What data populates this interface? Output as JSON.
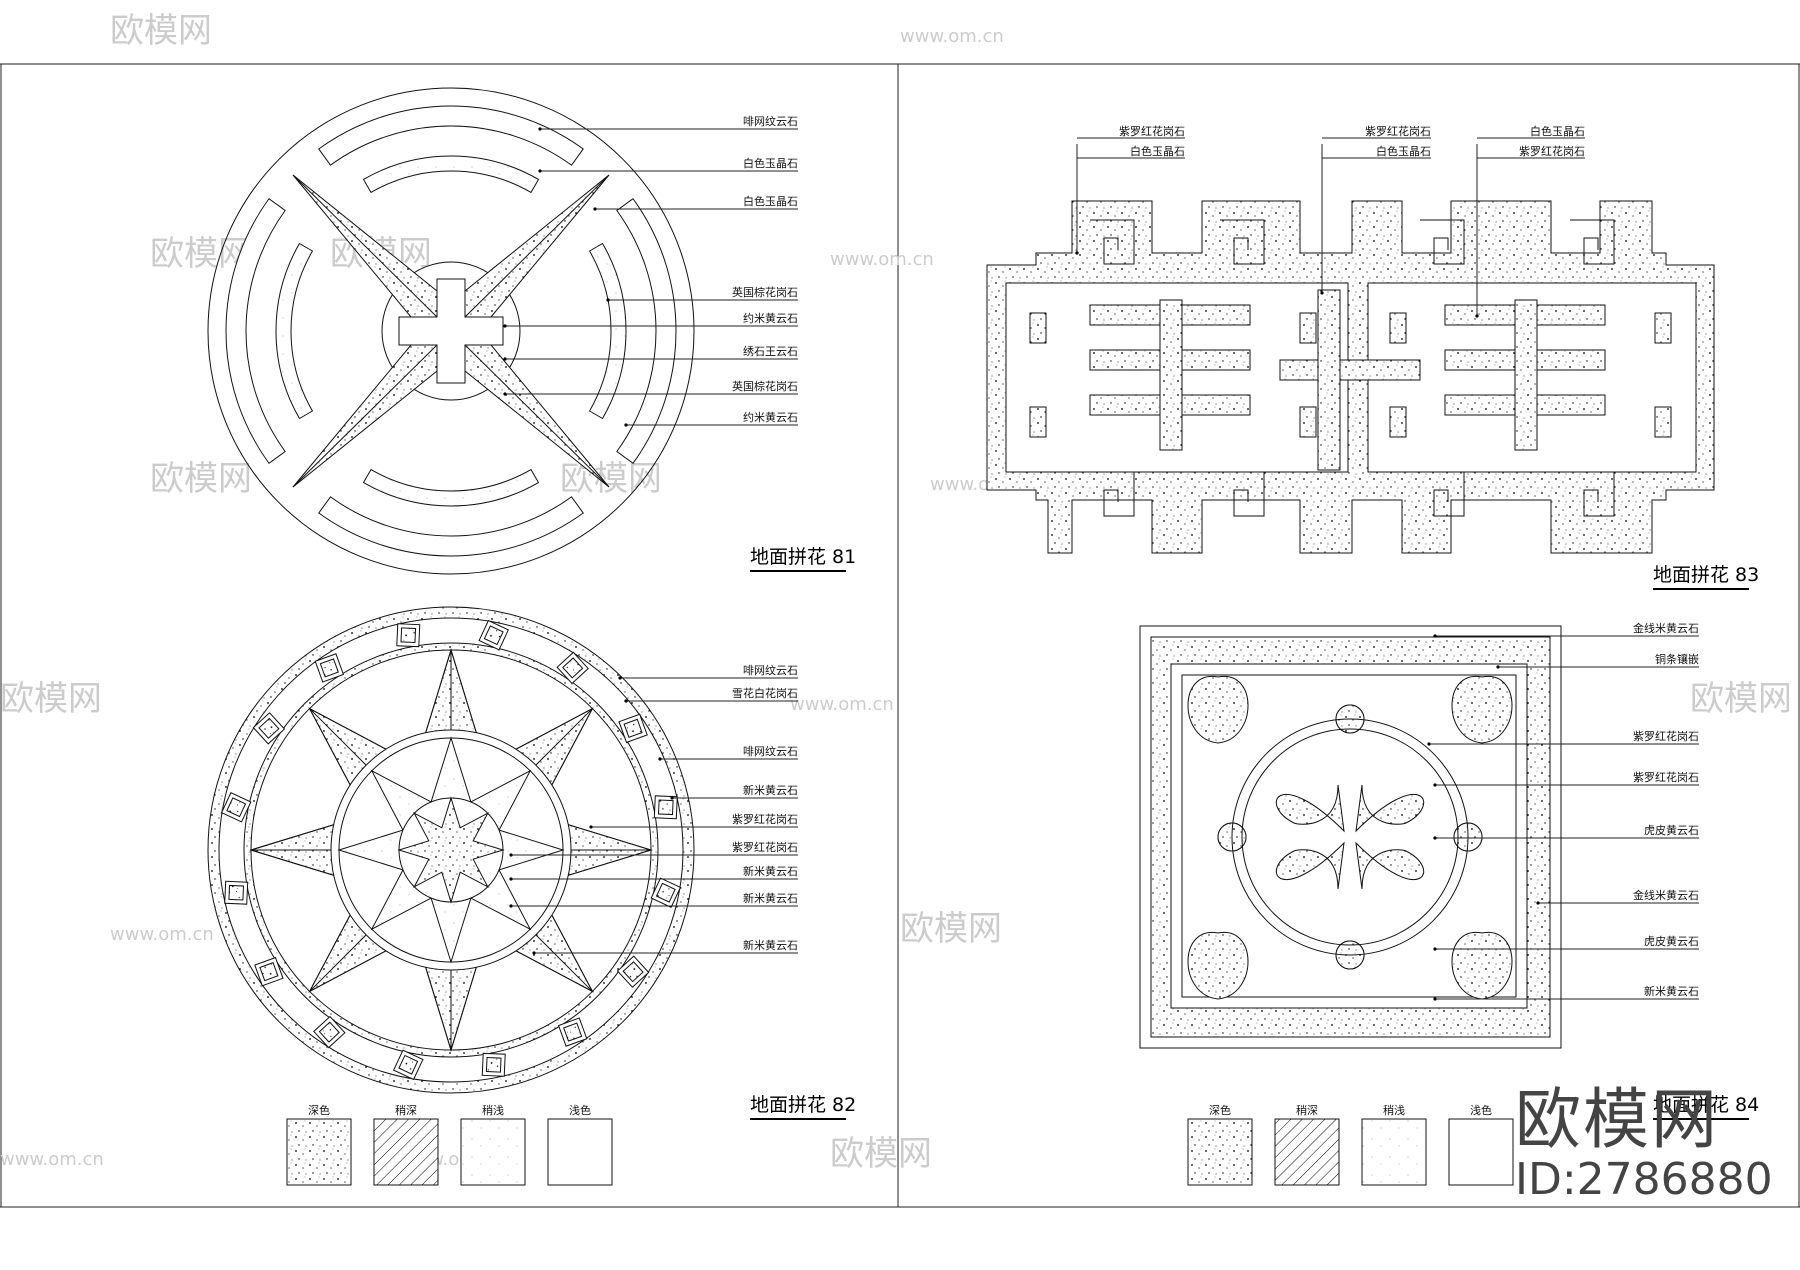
{
  "sheets": [
    {
      "designs": [
        {
          "title": "地面拼花 81",
          "labels": [
            "啡网纹云石",
            "白色玉晶石",
            "白色玉晶石",
            "英国棕花岗石",
            "约米黄云石",
            "绣石王云石",
            "英国棕花岗石",
            "约米黄云石"
          ]
        },
        {
          "title": "地面拼花 82",
          "labels": [
            "啡网纹云石",
            "雪花白花岗石",
            "啡网纹云石",
            "新米黄云石",
            "紫罗红花岗石",
            "紫罗红花岗石",
            "新米黄云石",
            "新米黄云石",
            "新米黄云石"
          ]
        }
      ],
      "legend": [
        "深色",
        "稍深",
        "稍浅",
        "浅色"
      ]
    },
    {
      "designs": [
        {
          "title": "地面拼花 83",
          "label_groups": [
            [
              "紫罗红花岗石",
              "白色玉晶石"
            ],
            [
              "紫罗红花岗石",
              "白色玉晶石"
            ],
            [
              "白色玉晶石",
              "紫罗红花岗石"
            ]
          ]
        },
        {
          "title": "地面拼花 84",
          "labels": [
            "金线米黄云石",
            "铜条镶嵌",
            "紫罗红花岗石",
            "紫罗红花岗石",
            "虎皮黄云石",
            "金线米黄云石",
            "虎皮黄云石",
            "新米黄云石"
          ]
        }
      ],
      "legend": [
        "深色",
        "稍深",
        "稍浅",
        "浅色"
      ]
    }
  ],
  "watermark": {
    "brand": "欧模网",
    "site": "www.om.cn",
    "id": "ID:2786880"
  }
}
